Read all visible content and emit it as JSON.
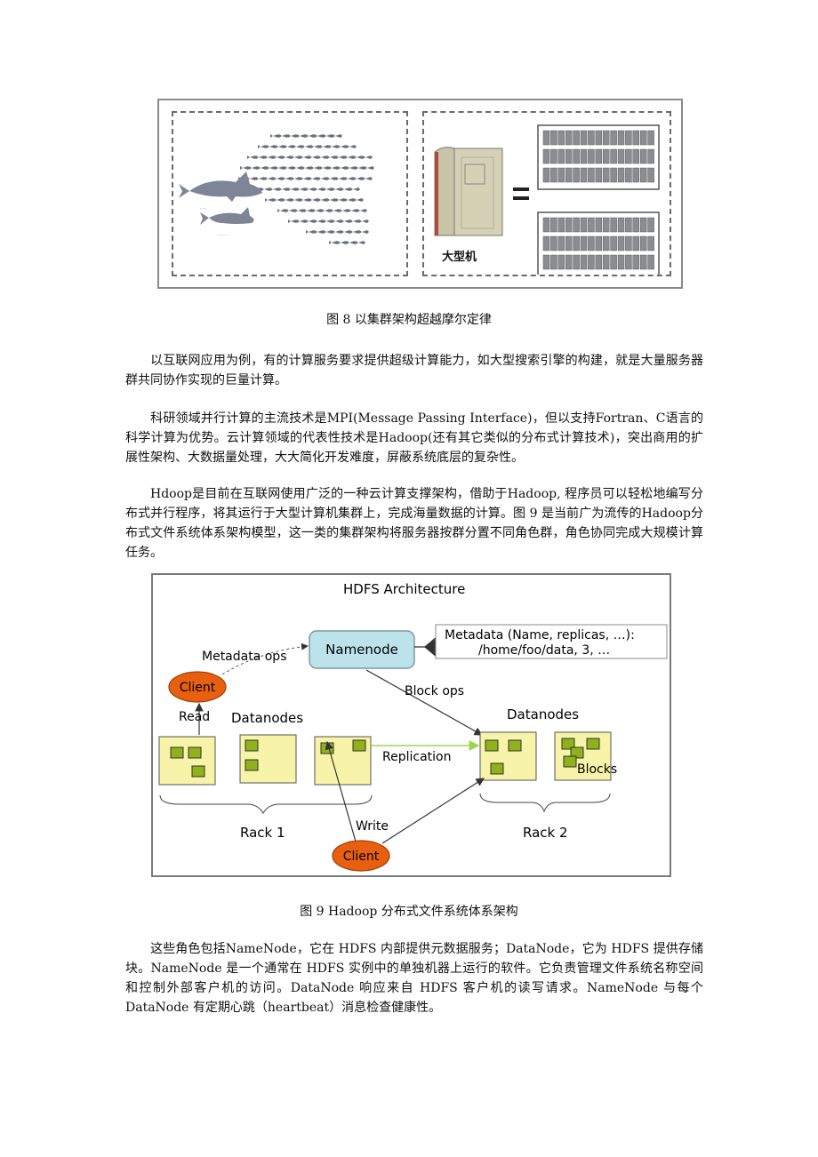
{
  "figure8": {
    "mainframe_label": "大型机",
    "caption": "图 8 以集群架构超越摩尔定律"
  },
  "paragraphs": [
    "以互联网应用为例，有的计算服务要求提供超级计算能力，如大型搜索引擎的构建，就是大量服务器群共同协作实现的巨量计算。",
    "科研领域并行计算的主流技术是MPI(Message Passing Interface)，但以支持Fortran、C语言的科学计算为优势。云计算领域的代表性技术是Hadoop(还有其它类似的分布式计算技术)，突出商用的扩展性架构、大数据量处理，大大简化开发难度，屏蔽系统底层的复杂性。",
    "Hdoop是目前在互联网使用广泛的一种云计算支撑架构，借助于Hadoop, 程序员可以轻松地编写分布式并行程序，将其运行于大型计算机集群上，完成海量数据的计算。图 9 是当前广为流传的Hadoop分布式文件系统体系架构模型，这一类的集群架构将服务器按群分置不同角色群，角色协同完成大规模计算任务。"
  ],
  "figure9": {
    "title": "HDFS Architecture",
    "namenode": "Namenode",
    "metadata_line1": "Metadata (Name, replicas, …):",
    "metadata_line2": "/home/foo/data, 3, …",
    "metadata_ops": "Metadata ops",
    "block_ops": "Block ops",
    "client_top": "Client",
    "client_bottom": "Client",
    "read": "Read",
    "write": "Write",
    "datanodes_left": "Datanodes",
    "datanodes_right": "Datanodes",
    "replication": "Replication",
    "blocks": "Blocks",
    "rack1": "Rack 1",
    "rack2": "Rack 2",
    "caption": "图 9 Hadoop 分布式文件系统体系架构"
  },
  "paragraph_last": "这些角色包括NameNode，它在 HDFS 内部提供元数据服务；DataNode，它为 HDFS 提供存储块。NameNode 是一个通常在 HDFS 实例中的单独机器上运行的软件。它负责管理文件系统名称空间和控制外部客户机的访问。DataNode 响应来自 HDFS 客户机的读写请求。NameNode 与每个 DataNode 有定期心跳（heartbeat）消息检查健康性。",
  "colors": {
    "client_fill": "#e8600f",
    "namenode_fill": "#bde3ea",
    "datanode_fill": "#f7f3a8",
    "block_fill": "#8fb21a",
    "replication_line": "#9ad84a"
  }
}
